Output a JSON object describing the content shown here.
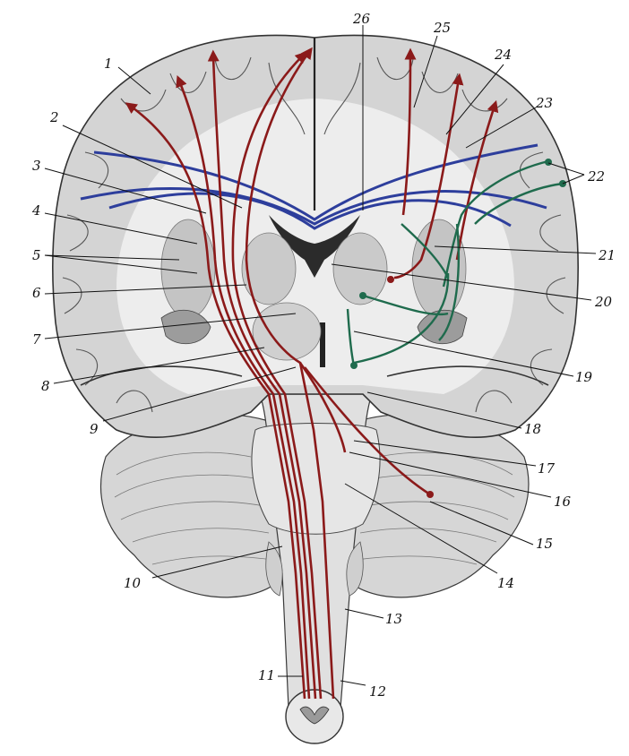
{
  "colors": {
    "background": "#ffffff",
    "brain_fill": "#dcdcdc",
    "white_matter": "#eeeeee",
    "gray_shade": "#b8b8b8",
    "dark_shade": "#6f6f6f",
    "outline": "#3a3a3a",
    "pathway_red": "#8b1a1a",
    "pathway_blue": "#2d3e9c",
    "pathway_green": "#1f6b4d",
    "leader_line": "#111111"
  },
  "labels": [
    {
      "id": "1",
      "text": "1"
    },
    {
      "id": "2",
      "text": "2"
    },
    {
      "id": "3",
      "text": "3"
    },
    {
      "id": "4",
      "text": "4"
    },
    {
      "id": "5",
      "text": "5"
    },
    {
      "id": "6",
      "text": "6"
    },
    {
      "id": "7",
      "text": "7"
    },
    {
      "id": "8",
      "text": "8"
    },
    {
      "id": "9",
      "text": "9"
    },
    {
      "id": "10",
      "text": "10"
    },
    {
      "id": "11",
      "text": "11"
    },
    {
      "id": "12",
      "text": "12"
    },
    {
      "id": "13",
      "text": "13"
    },
    {
      "id": "14",
      "text": "14"
    },
    {
      "id": "15",
      "text": "15"
    },
    {
      "id": "16",
      "text": "16"
    },
    {
      "id": "17",
      "text": "17"
    },
    {
      "id": "18",
      "text": "18"
    },
    {
      "id": "19",
      "text": "19"
    },
    {
      "id": "20",
      "text": "20"
    },
    {
      "id": "21",
      "text": "21"
    },
    {
      "id": "22",
      "text": "22"
    },
    {
      "id": "23",
      "text": "23"
    },
    {
      "id": "24",
      "text": "24"
    },
    {
      "id": "25",
      "text": "25"
    },
    {
      "id": "26",
      "text": "26"
    }
  ]
}
